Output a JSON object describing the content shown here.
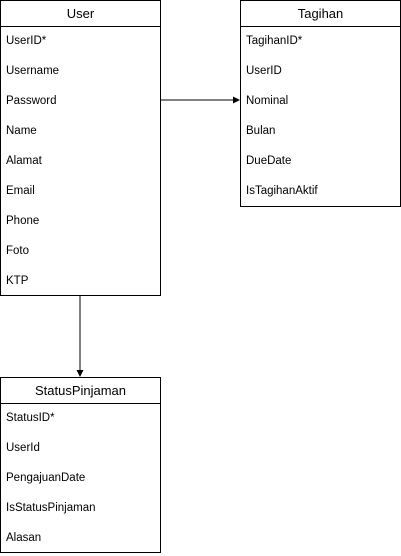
{
  "entities": {
    "user": {
      "title": "User",
      "fields": [
        "UserID*",
        "Username",
        "Password",
        "Name",
        "Alamat",
        "Email",
        "Phone",
        "Foto",
        "KTP"
      ]
    },
    "tagihan": {
      "title": "Tagihan",
      "fields": [
        "TagihanID*",
        "UserID",
        "Nominal",
        "Bulan",
        "DueDate",
        "IsTagihanAktif"
      ]
    },
    "status_pinjaman": {
      "title": "StatusPinjaman",
      "fields": [
        "StatusID*",
        "UserId",
        "PengajuanDate",
        "IsStatusPinjaman",
        "Alasan"
      ]
    }
  },
  "relationships": [
    {
      "from": "User.Password",
      "to": "Tagihan.Nominal"
    },
    {
      "from": "User",
      "to": "StatusPinjaman"
    }
  ]
}
